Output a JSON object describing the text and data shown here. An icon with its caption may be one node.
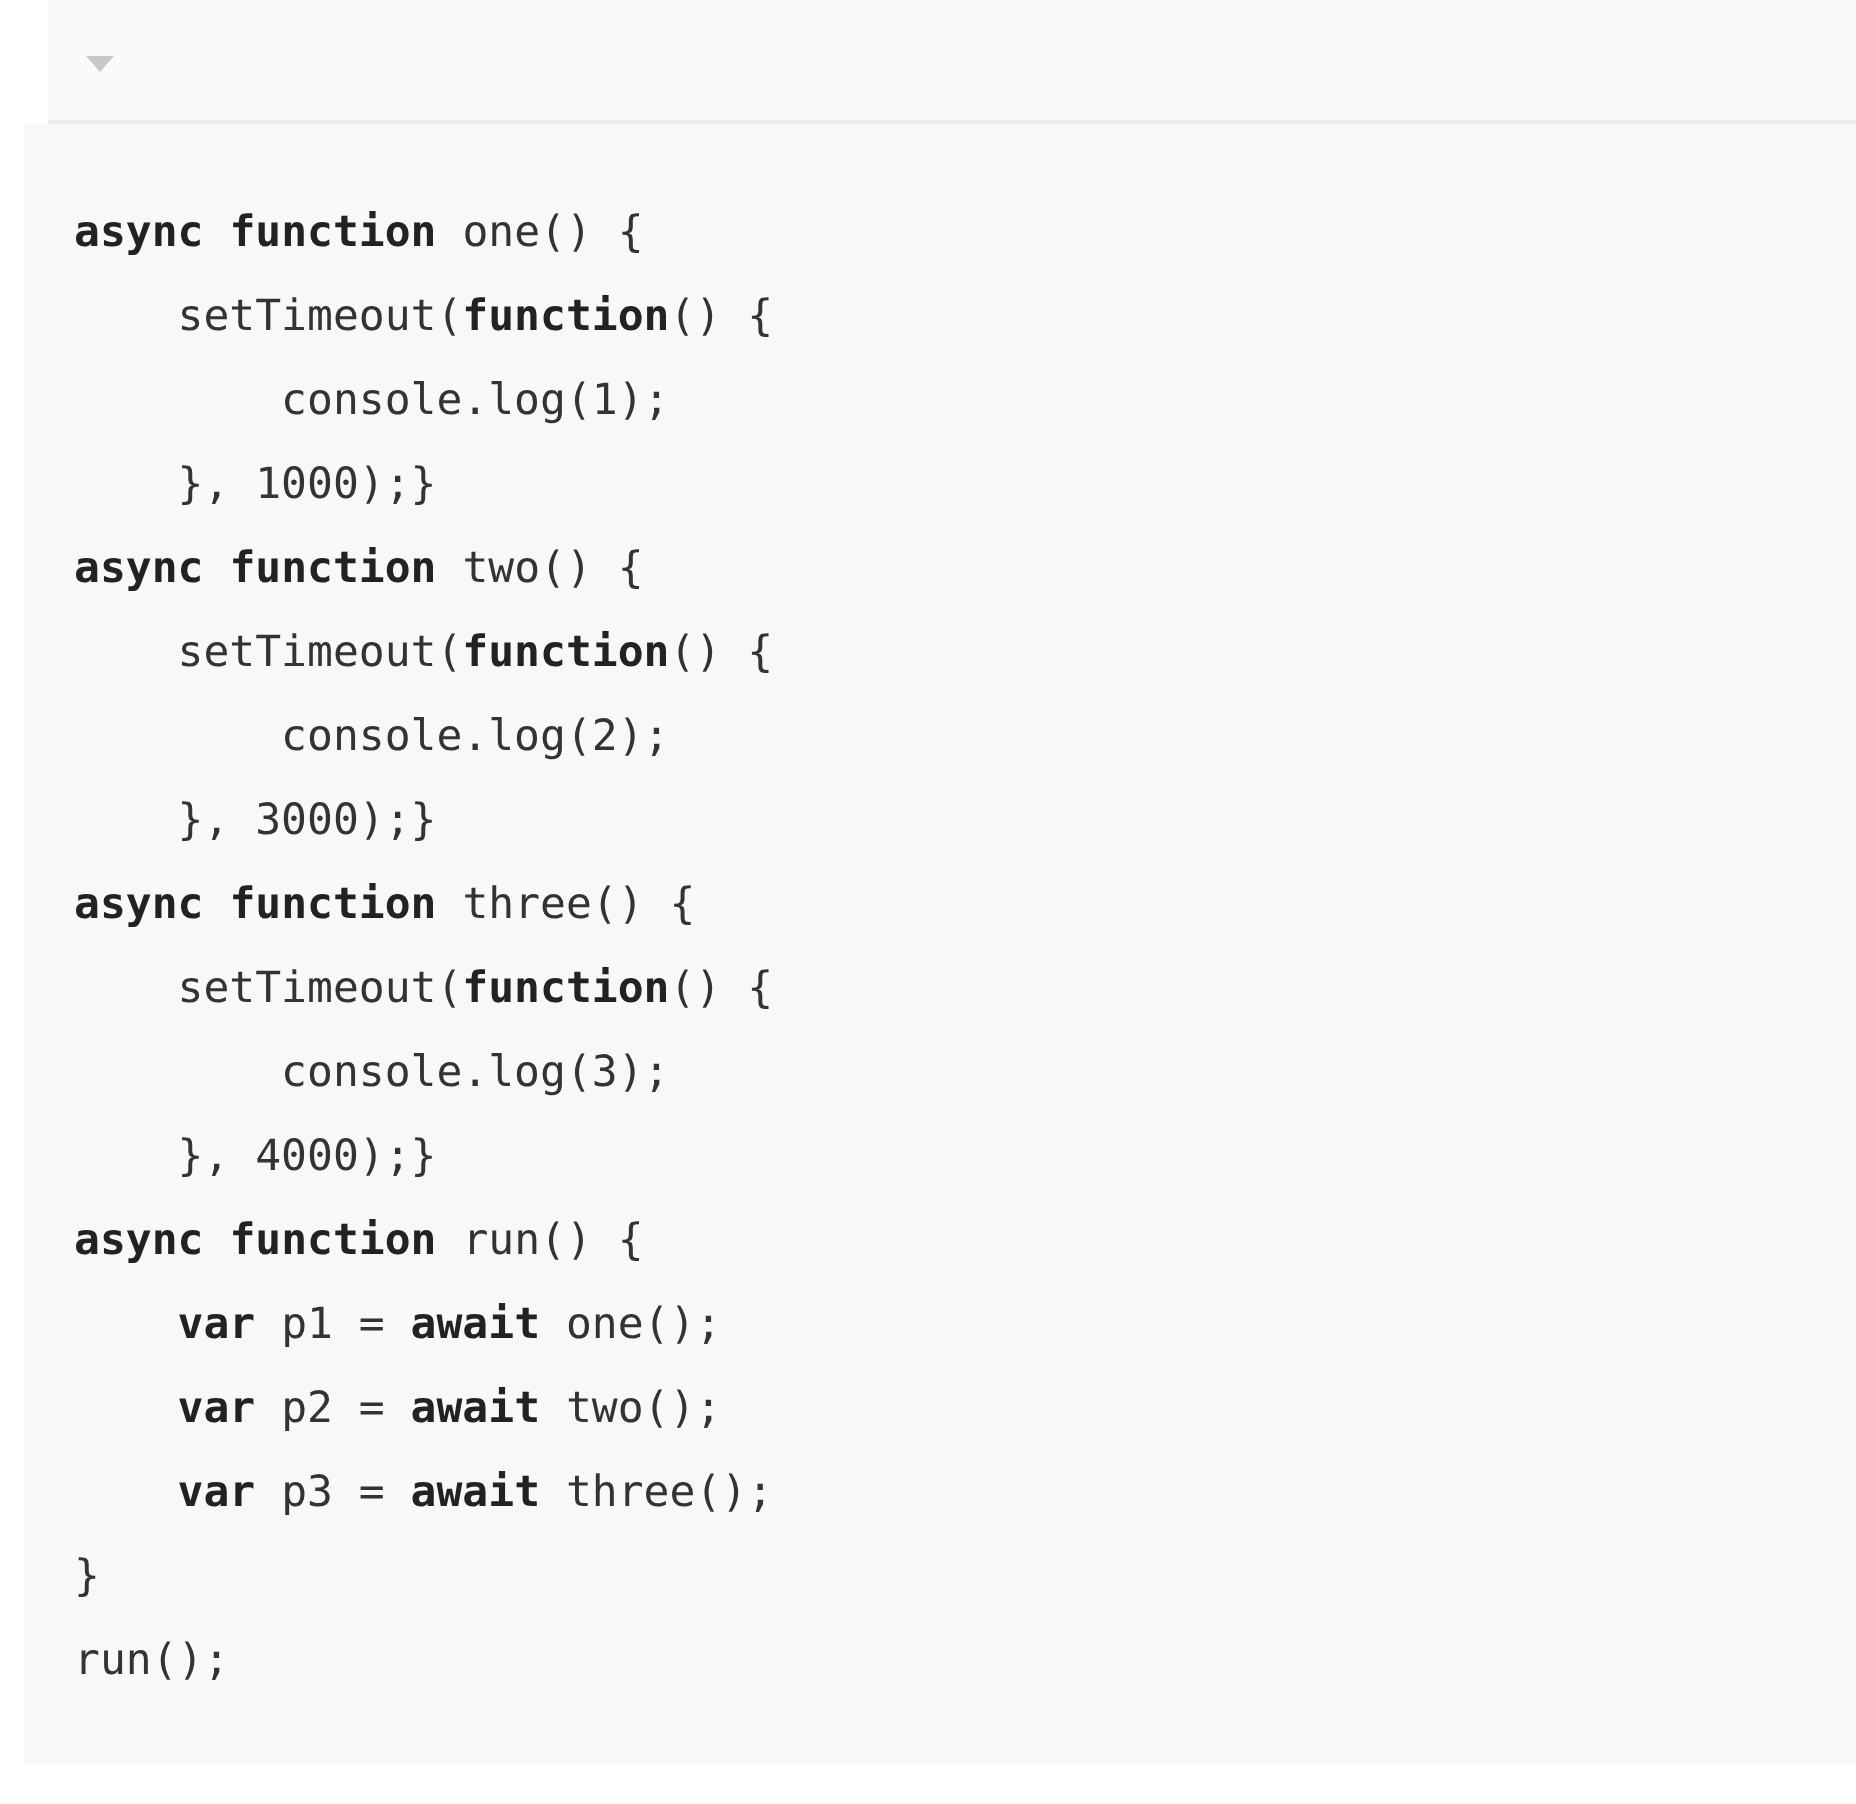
{
  "diagram": {
    "labels": [
      "**async** **function** one() {",
      "    setTimeout(**function**() {",
      "        console.log(1);",
      "    }, 1000);}",
      "**async** **function** two() {",
      "    setTimeout(**function**() {",
      "        console.log(2);",
      "    }, 3000);}",
      "**async** **function** three() {",
      "    setTimeout(**function**() {",
      "        console.log(3);",
      "    }, 4000);}",
      "**async** **function** run() {",
      "    **var** p1 = **await** one();",
      "    **var** p2 = **await** two();",
      "    **var** p3 = **await** three();",
      "}",
      "run();"
    ]
  }
}
